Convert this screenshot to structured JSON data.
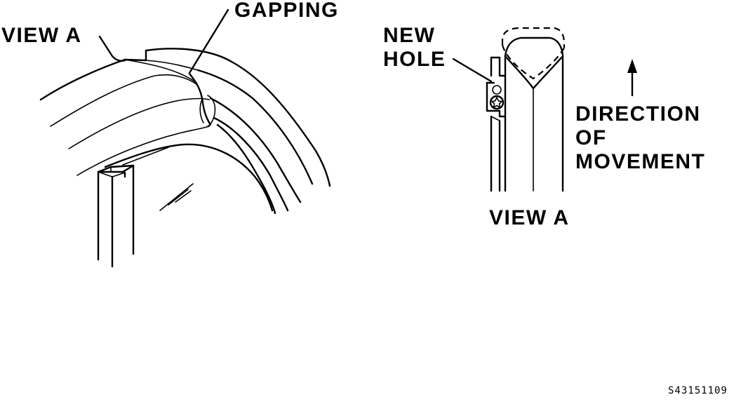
{
  "labels": {
    "view_a_left": "VIEW A",
    "gapping": "GAPPING",
    "new_hole_line1": "NEW",
    "new_hole_line2": "HOLE",
    "direction_line1": "DIRECTION",
    "direction_line2": "OF",
    "direction_line3": "MOVEMENT",
    "view_a_right": "VIEW A"
  },
  "figure_id": "S43151109"
}
